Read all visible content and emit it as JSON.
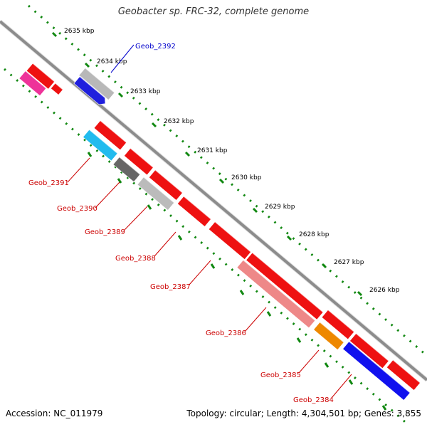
{
  "title": "Geobacter sp. FRC-32, complete genome",
  "footer": {
    "accession": "Accession: NC_011979",
    "summary": "Topology: circular; Length: 4,304,501 bp; Genes: 3,855"
  },
  "colors": {
    "backbone": "#8c8c8c",
    "ticks": "#118811",
    "forward_label": "#0000cc",
    "reverse_label": "#cc0000"
  },
  "scale_ticks": [
    {
      "label": "2635 kbp"
    },
    {
      "label": "2634 kbp"
    },
    {
      "label": "2633 kbp"
    },
    {
      "label": "2632 kbp"
    },
    {
      "label": "2631 kbp"
    },
    {
      "label": "2630 kbp"
    },
    {
      "label": "2629 kbp"
    },
    {
      "label": "2628 kbp"
    },
    {
      "label": "2627 kbp"
    },
    {
      "label": "2626 kbp"
    }
  ],
  "gene_labels": [
    {
      "name": "Geob_2392",
      "strand": "forward"
    },
    {
      "name": "Geob_2391",
      "strand": "reverse"
    },
    {
      "name": "Geob_2390",
      "strand": "reverse"
    },
    {
      "name": "Geob_2389",
      "strand": "reverse"
    },
    {
      "name": "Geob_2388",
      "strand": "reverse"
    },
    {
      "name": "Geob_2387",
      "strand": "reverse"
    },
    {
      "name": "Geob_2386",
      "strand": "reverse"
    },
    {
      "name": "Geob_2385",
      "strand": "reverse"
    },
    {
      "name": "Geob_2384",
      "strand": "reverse"
    }
  ],
  "features": [
    {
      "color": "#1f1fdd",
      "track": "forward-blue"
    },
    {
      "color": "#b8b8b8",
      "track": "forward-gray"
    },
    {
      "color": "#ee1111",
      "track": "cds"
    },
    {
      "color": "#ee3399",
      "track": "pink"
    },
    {
      "color": "#22bbee",
      "track": "cyan"
    },
    {
      "color": "#666666",
      "track": "dark-gray"
    },
    {
      "color": "#bbbbbb",
      "track": "light-gray"
    },
    {
      "color": "#ee8888",
      "track": "salmon"
    },
    {
      "color": "#ee8800",
      "track": "orange"
    },
    {
      "color": "#1111ee",
      "track": "blue"
    }
  ]
}
